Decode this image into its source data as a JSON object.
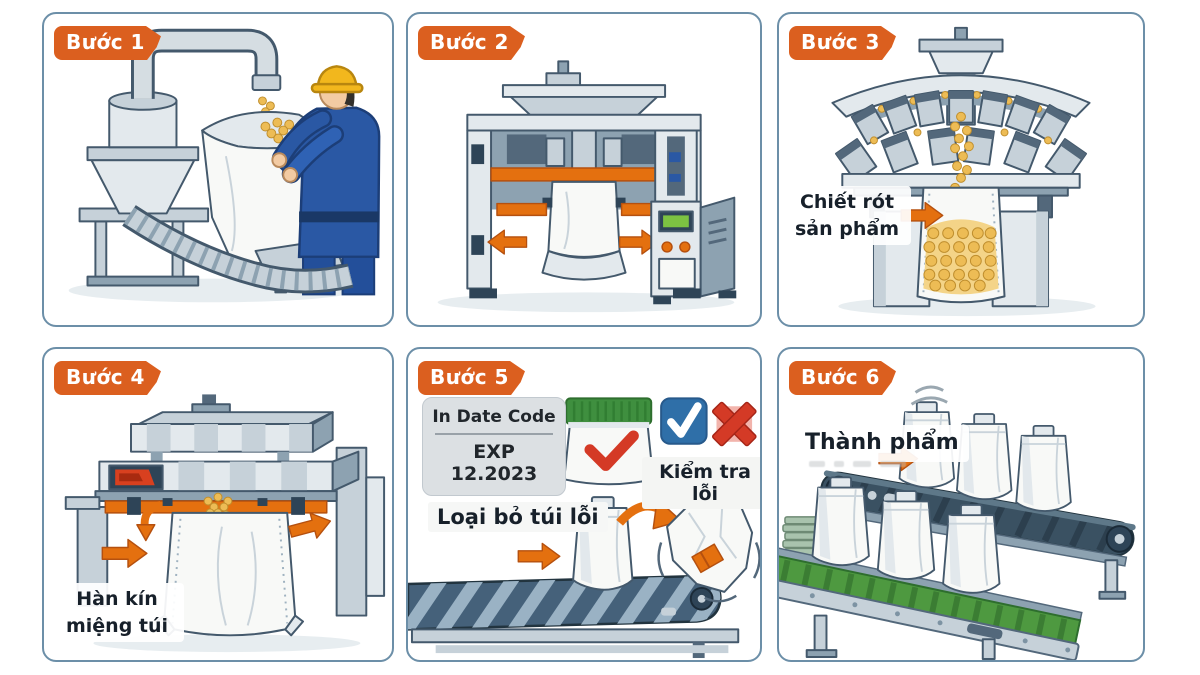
{
  "colors": {
    "badge_bg": "#DB5F1F",
    "badge_text": "#FFFFFF",
    "panel_border": "#6C8FA8",
    "arrow": "#E4700F",
    "caption_text": "#17202A",
    "date_card_bg": "#DCE0E3",
    "check_blue": "#2F6FA8",
    "cross_red": "#D43A26",
    "belt_green": "#4E9940",
    "belt_dark": "#3A5162",
    "granule_yellow": "#EDBC55"
  },
  "icons": {
    "check": "✓",
    "cross": "✕",
    "arrow_right": "➜"
  },
  "panels": [
    {
      "badge": "Bước 1"
    },
    {
      "badge": "Bước 2"
    },
    {
      "badge": "Bước 3",
      "caption": {
        "line1": "Chiết rót",
        "line2": "sản phẩm"
      }
    },
    {
      "badge": "Bước 4",
      "caption": {
        "line1": "Hàn kín",
        "line2": "miệng túi"
      }
    },
    {
      "badge": "Bước 5",
      "date_card": {
        "line1": "In Date Code",
        "line2": "EXP 12.2023"
      },
      "inspect_label": "Kiểm tra lỗi",
      "reject_label": "Loại bỏ túi lỗi"
    },
    {
      "badge": "Bước 6",
      "caption": {
        "line1": "Thành phẩm"
      }
    }
  ]
}
